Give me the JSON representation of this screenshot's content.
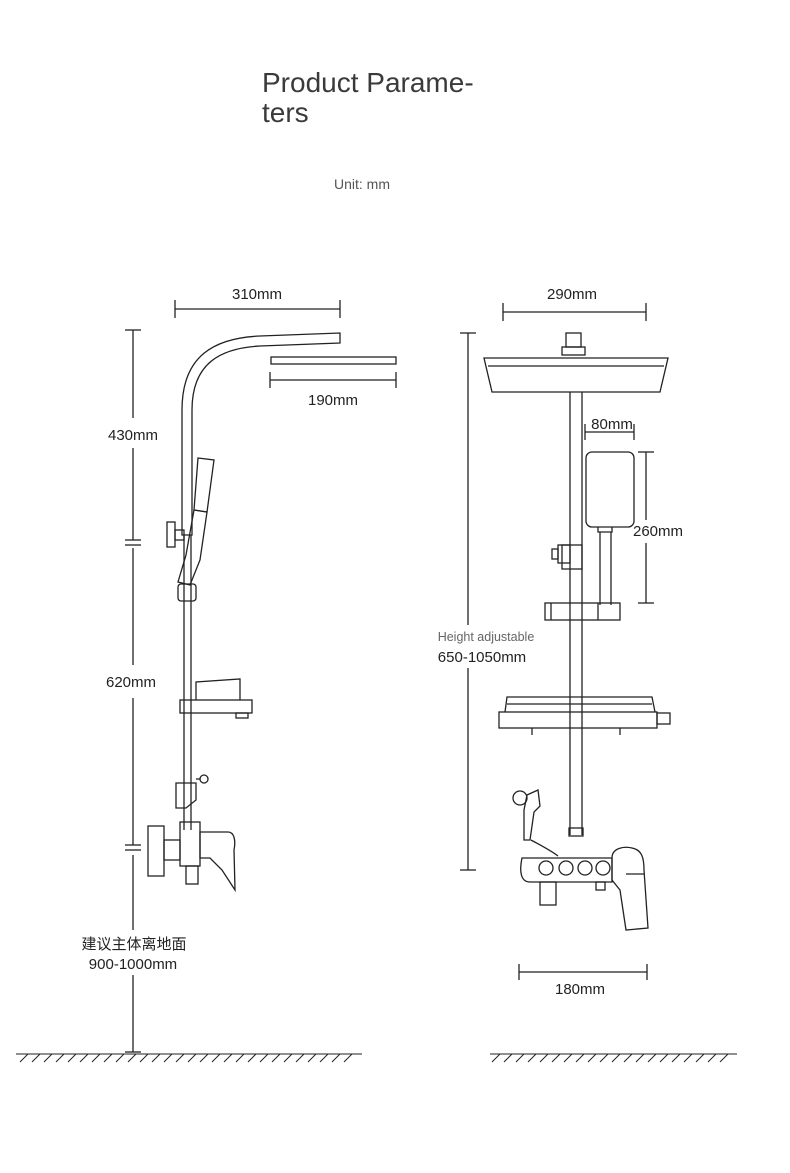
{
  "header": {
    "title_line1": "Product Parame-",
    "title_line2": "ters",
    "unit_text": "Unit: mm"
  },
  "side_view": {
    "dim_top_width": "310mm",
    "dim_head_width": "190mm",
    "dim_upper_height": "430mm",
    "dim_middle_height": "620mm",
    "install_note_line1": "建议主体离地面",
    "install_note_line2": "900-1000mm"
  },
  "front_view": {
    "dim_head_width": "290mm",
    "dim_handheld_width": "80mm",
    "dim_handheld_height": "260mm",
    "adjust_label": "Height adjustable",
    "adjust_range": "650-1050mm",
    "dim_mixer_width": "180mm"
  },
  "colors": {
    "line": "#222222",
    "text": "#333333"
  }
}
